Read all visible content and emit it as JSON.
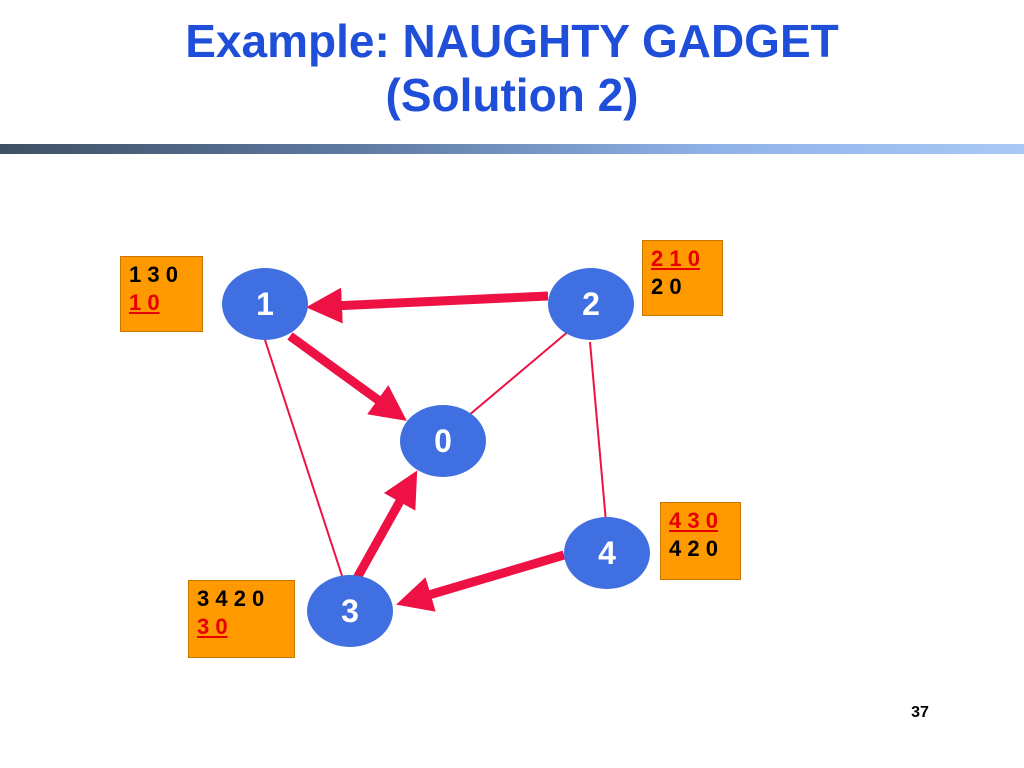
{
  "slide": {
    "title_line1": "Example: NAUGHTY GADGET",
    "title_line2": "(Solution 2)",
    "page_number": "37"
  },
  "colors": {
    "title": "#1f4fd8",
    "node_fill": "#3f6fe0",
    "edge": "#ee1144",
    "table_bg": "#ff9900",
    "highlight_text": "#e60000"
  },
  "graph": {
    "nodes": [
      {
        "id": "0",
        "label": "0"
      },
      {
        "id": "1",
        "label": "1"
      },
      {
        "id": "2",
        "label": "2"
      },
      {
        "id": "3",
        "label": "3"
      },
      {
        "id": "4",
        "label": "4"
      }
    ],
    "edges": [
      {
        "from": "2",
        "to": "1",
        "type": "chosen-path"
      },
      {
        "from": "1",
        "to": "0",
        "type": "chosen-path"
      },
      {
        "from": "3",
        "to": "0",
        "type": "chosen-path"
      },
      {
        "from": "4",
        "to": "3",
        "type": "chosen-path"
      },
      {
        "from": "1",
        "to": "3",
        "type": "link"
      },
      {
        "from": "2",
        "to": "0",
        "type": "link"
      },
      {
        "from": "2",
        "to": "4",
        "type": "link"
      }
    ]
  },
  "path_tables": {
    "node1": {
      "row1": "1 3 0",
      "row2": "1 0"
    },
    "node2": {
      "row1": "2 1 0",
      "row2": "2 0"
    },
    "node3": {
      "row1": "3 4 2 0",
      "row2": "3 0"
    },
    "node4": {
      "row1": "4 3 0",
      "row2": "4 2 0"
    }
  }
}
